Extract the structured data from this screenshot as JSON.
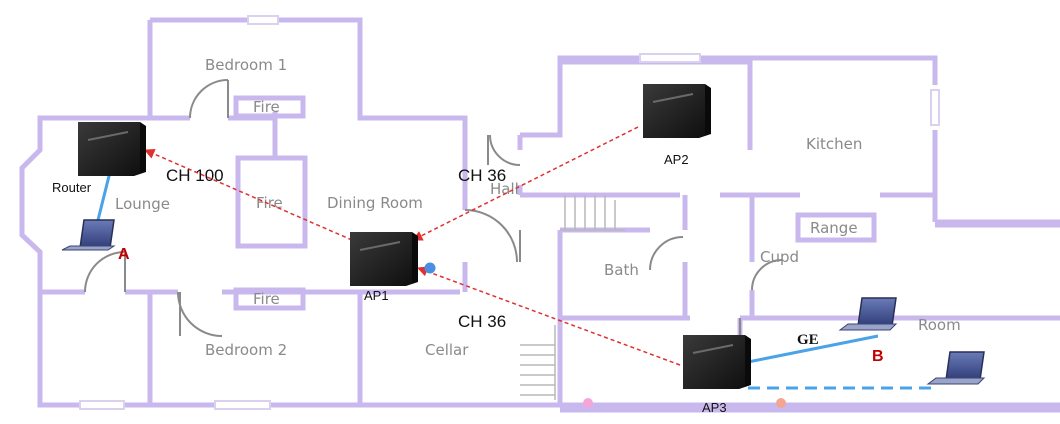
{
  "rooms": {
    "bedroom1": "Bedroom 1",
    "bedroom2": "Bedroom 2",
    "fire_top": "Fire",
    "fire_mid": "Fire",
    "fire_bottom": "Fire",
    "lounge": "Lounge",
    "dining": "Dining Room",
    "hall": "Hall",
    "kitchen": "Kitchen",
    "range": "Range",
    "cupd": "Cupd",
    "bath": "Bath",
    "cellar": "Cellar",
    "living_room_partial": "Room"
  },
  "devices": {
    "router": "Router",
    "ap1": "AP1",
    "ap2": "AP2",
    "ap3": "AP3"
  },
  "channels": {
    "ch_router": "CH 100",
    "ch_ap2": "CH 36",
    "ch_ap3": "CH 36"
  },
  "markers": {
    "a": "A",
    "b": "B",
    "ge": "GE"
  },
  "colors": {
    "walls": "#c9b8ee",
    "wireless_link": "#e03030",
    "wired_link": "#4aa3e8",
    "device_body": "#1e1e1e",
    "label_red": "#c00000",
    "dot_blue": "#4a90e2",
    "dot_pink": "#f4a6d9",
    "dot_salmon": "#f3a591"
  }
}
